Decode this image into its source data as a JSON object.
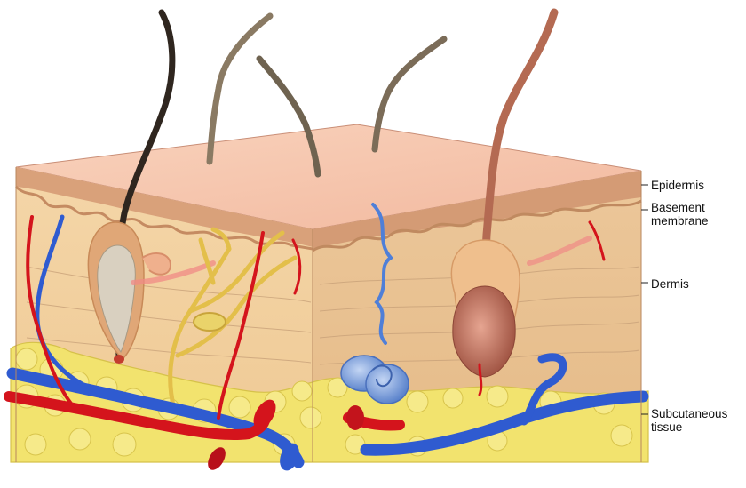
{
  "labels": {
    "epidermis": "Epidermis",
    "basement_line1": "Basement",
    "basement_line2": "membrane",
    "dermis": "Dermis",
    "subcutaneous_line1": "Subcutaneous",
    "subcutaneous_line2": "tissue"
  },
  "colors": {
    "epidermis_top": "#f6c6ad",
    "epidermis_layer": "#dba27a",
    "dermis": "#f2cf9d",
    "dermis_right": "#e9c08e",
    "subcutaneous_fat": "#f1e26a",
    "artery": "#d4141c",
    "vein": "#2f5bd0",
    "hair": "#3b3027",
    "hair_follicle_right": "#b86a55",
    "sweat_gland": "#8fb0e6",
    "nerve": "#e3bf4a"
  }
}
